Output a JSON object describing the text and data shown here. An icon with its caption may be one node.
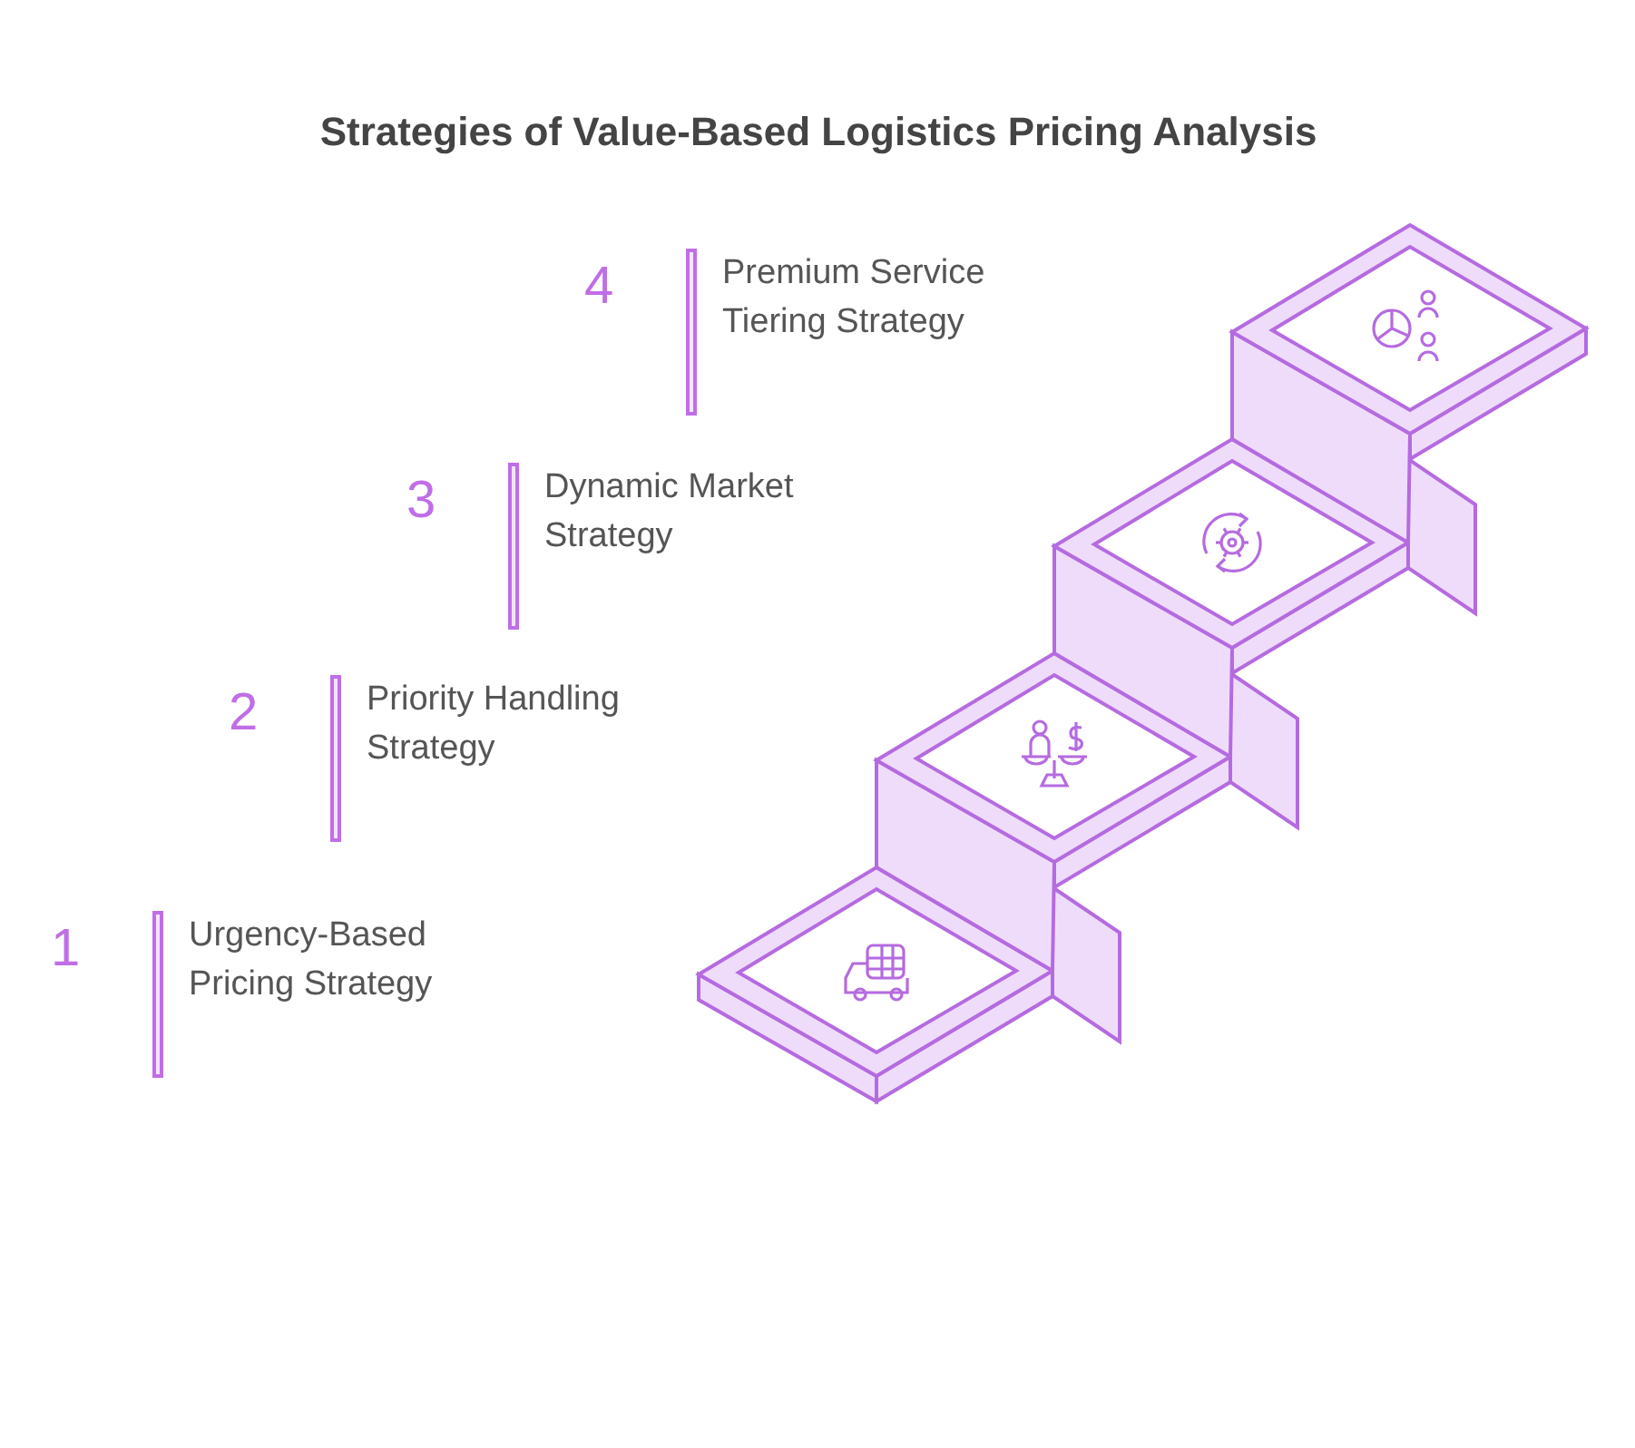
{
  "diagram": {
    "title": "Strategies of Value-Based Logistics Pricing Analysis",
    "nodes": [
      {
        "text": [
          "1",
          "Urgency-Based Pricing Strategy"
        ]
      },
      {
        "text": [
          "2",
          "Priority Handling Strategy"
        ]
      },
      {
        "text": [
          "3",
          "Dynamic Market Strategy"
        ]
      },
      {
        "text": [
          "4",
          "Premium Service Tiering Strategy"
        ]
      }
    ]
  }
}
